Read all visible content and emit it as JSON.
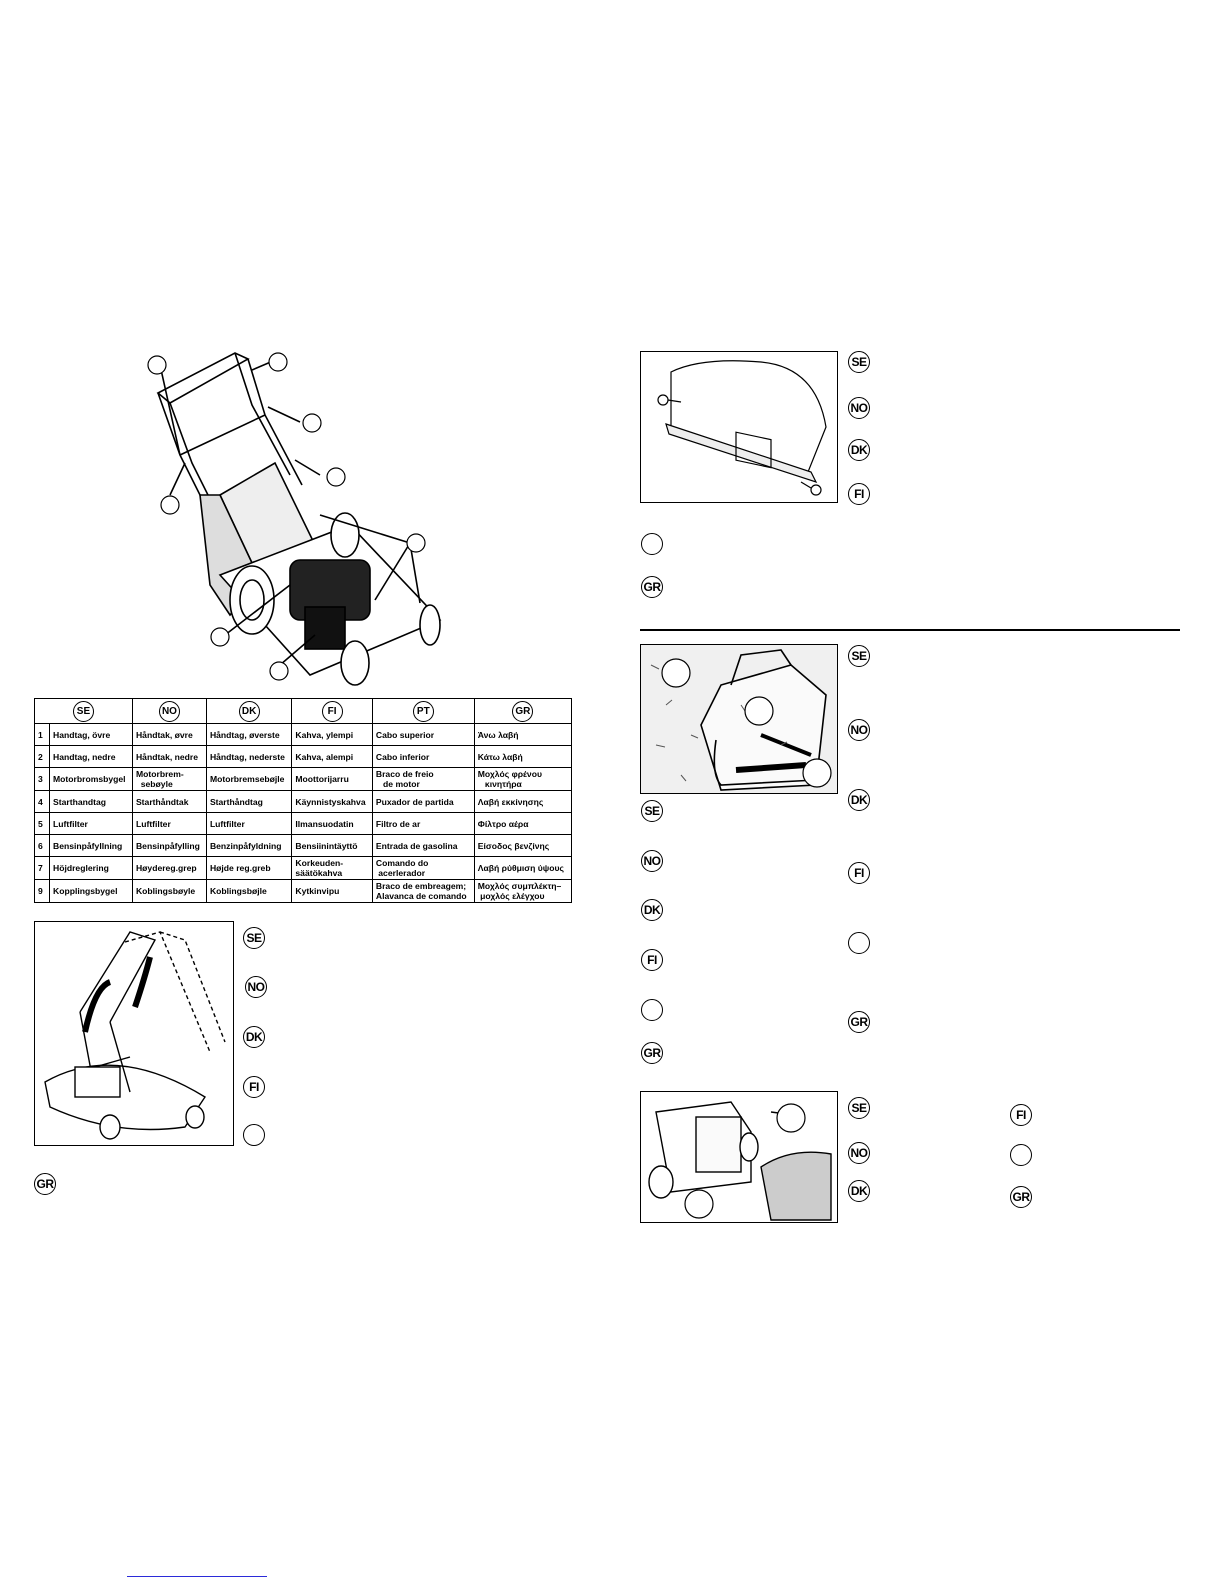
{
  "languages": [
    "SE",
    "NO",
    "DK",
    "FI",
    "PT",
    "GR"
  ],
  "table": {
    "headers": [
      "SE",
      "NO",
      "DK",
      "FI",
      "PT",
      "GR"
    ],
    "rows": [
      {
        "num": "1",
        "cells": [
          "Handtag, övre",
          "Håndtak, øvre",
          "Håndtag, øverste",
          "Kahva, ylempi",
          "Cabo superior",
          "Άνω λαβή"
        ]
      },
      {
        "num": "2",
        "cells": [
          "Handtag, nedre",
          "Håndtak, nedre",
          "Håndtag, nederste",
          "Kahva, alempi",
          "Cabo inferior",
          "Κάτω λαβή"
        ]
      },
      {
        "num": "3",
        "cells": [
          "Motorbromsbygel",
          "Motorbrem-\n  sebøyle",
          "Motorbremsebøjle",
          "Moottorijarru",
          "Braco de freio\n   de motor",
          "Μοχλός φρένου\n   κινητήρα"
        ]
      },
      {
        "num": "4",
        "cells": [
          "Starthandtag",
          "Starthåndtak",
          "Starthåndtag",
          "Käynnistyskahva",
          "Puxador de partida",
          "Λαβή εκκίνησης"
        ]
      },
      {
        "num": "5",
        "cells": [
          "Luftfilter",
          "Luftfilter",
          "Luftfilter",
          "Ilmansuodatin",
          "Filtro de ar",
          "Φίλτρο αέρα"
        ]
      },
      {
        "num": "6",
        "cells": [
          "Bensinpåfyllning",
          "Bensinpåfylling",
          "Benzinpåfyldning",
          "Bensiinintäyttö",
          "Entrada de gasolina",
          "Είσοδος βενζίνης"
        ]
      },
      {
        "num": "7",
        "cells": [
          "Höjdreglering",
          "Høydereg.grep",
          "Højde reg.greb",
          "Korkeuden-\nsäätökahva",
          "Comando do\n acerlerador",
          "Λαβή ρύθμιση ύψους"
        ]
      },
      {
        "num": "9",
        "cells": [
          "Kopplingsbygel",
          "Koblingsbøyle",
          "Koblingsbøjle",
          "Kytkinvipu",
          "Braco de embreagem;\nAlavanca de comando",
          "Μοχλός συμπλέκτη–\n μοχλός ελέγχου"
        ]
      }
    ]
  },
  "sections": {
    "handle_fold": {
      "badges": [
        "SE",
        "NO",
        "DK",
        "FI",
        "",
        "GR"
      ]
    },
    "rear_guard": {
      "badges": [
        "SE",
        "NO",
        "DK",
        "FI",
        "",
        "GR"
      ]
    },
    "grass_bag": {
      "badges_left": [
        "SE",
        "NO",
        "DK",
        "FI",
        "",
        "GR"
      ],
      "badges_right": [
        "SE",
        "NO",
        "DK",
        "FI",
        "",
        "GR"
      ]
    },
    "bag_mount": {
      "badges_left": [
        "SE",
        "NO",
        "DK"
      ],
      "badges_right": [
        "FI",
        "",
        "GR"
      ]
    }
  },
  "icons": {
    "mower": "lawn-mower-illustration",
    "handle_fold": "handle-fold-illustration",
    "rear_guard": "rear-guard-illustration",
    "grass_bag": "grass-bag-frame-illustration",
    "bag_mount": "bag-mount-illustration"
  }
}
